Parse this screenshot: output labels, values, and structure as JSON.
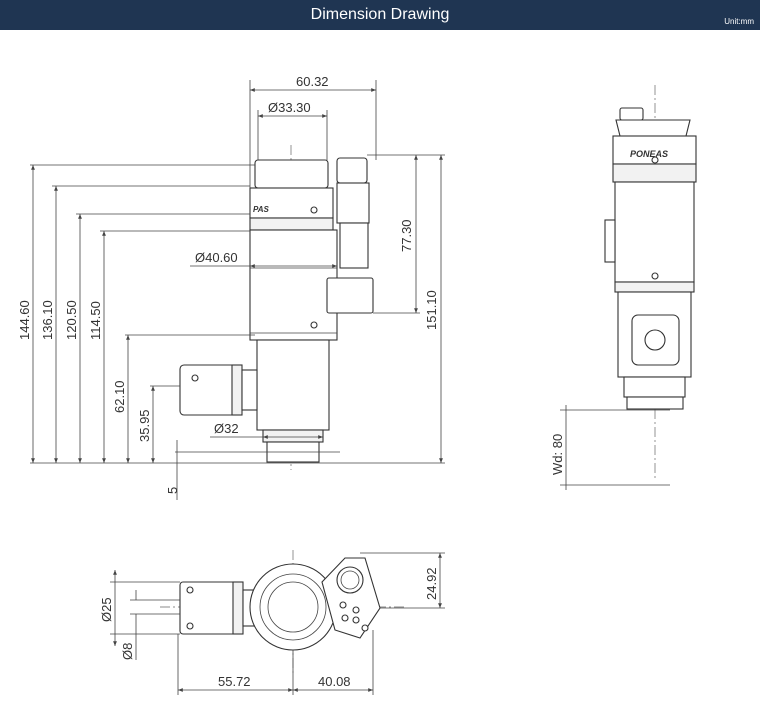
{
  "header": {
    "title": "Dimension Drawing",
    "unit": "Unit:mm"
  },
  "front_view": {
    "dims": {
      "width_top": "60.32",
      "dia_top": "Ø33.30",
      "dia_mid": "Ø40.60",
      "dia_bottom": "Ø32",
      "h_144": "144.60",
      "h_136": "136.10",
      "h_120": "120.50",
      "h_114": "114.50",
      "h_62": "62.10",
      "h_35": "35.95",
      "h_5": "5",
      "h_77": "77.30",
      "h_151": "151.10"
    }
  },
  "side_view": {
    "brand": "PONEAS",
    "wd_label": "Wd: 80"
  },
  "bottom_view": {
    "dims": {
      "dia_25": "Ø25",
      "dia_8": "Ø8",
      "w_55": "55.72",
      "w_40": "40.08",
      "h_24": "24.92"
    }
  },
  "colors": {
    "header_bg": "#1f3552",
    "header_text": "#ffffff",
    "line": "#333333"
  }
}
